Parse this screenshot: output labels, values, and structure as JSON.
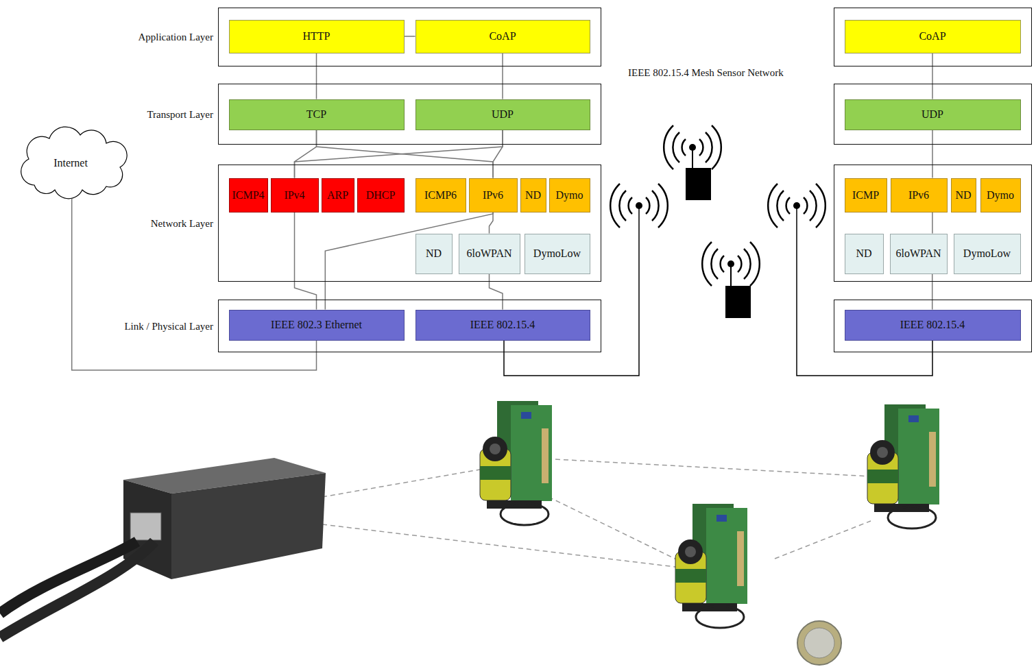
{
  "diagram": {
    "nodes": [
      {
        "text": [
          "Application Layer"
        ]
      },
      {
        "text": [
          "HTTP"
        ],
        "in": 0
      },
      {
        "text": [
          "CoAP"
        ],
        "in": 0
      },
      {
        "text": []
      },
      {
        "text": [
          "CoAP"
        ],
        "in": 3
      },
      {
        "text": [
          "Transport Layer"
        ]
      },
      {
        "text": [
          "TCP"
        ],
        "in": 5
      },
      {
        "text": [
          "UDP"
        ],
        "in": 5
      },
      {
        "text": []
      },
      {
        "text": [
          "UDP"
        ],
        "in": 8
      },
      {
        "text": [
          "Internet"
        ]
      },
      {
        "text": [
          "Network Layer"
        ]
      },
      {
        "text": [
          "ICMP4"
        ],
        "in": 11
      },
      {
        "text": [
          "IPv4"
        ],
        "in": 11
      },
      {
        "text": [
          "ARP"
        ],
        "in": 11
      },
      {
        "text": [
          "DHCP"
        ],
        "in": 11
      },
      {
        "text": [
          "ICMP6"
        ],
        "in": 11
      },
      {
        "text": [
          "IPv6"
        ],
        "in": 11
      },
      {
        "text": [
          "ND"
        ],
        "in": 11
      },
      {
        "text": [
          "Dymo"
        ],
        "in": 11
      },
      {
        "text": [
          "ND"
        ],
        "in": 11
      },
      {
        "text": [
          "6loWPAN"
        ],
        "in": 11
      },
      {
        "text": [
          "DymoLow"
        ],
        "in": 11
      },
      {
        "text": []
      },
      {
        "text": [
          "ICMP"
        ],
        "in": 23
      },
      {
        "text": [
          "IPv6"
        ],
        "in": 23
      },
      {
        "text": [
          "ND"
        ],
        "in": 23
      },
      {
        "text": [
          "Dymo"
        ],
        "in": 23
      },
      {
        "text": [
          "ND"
        ],
        "in": 23
      },
      {
        "text": [
          "6loWPAN"
        ],
        "in": 23
      },
      {
        "text": [
          "DymoLow"
        ],
        "in": 23
      },
      {
        "text": [
          "Link / Physical Layer"
        ]
      },
      {
        "text": [
          "IEEE 802.3 Ethernet"
        ],
        "in": 31
      },
      {
        "text": [
          "IEEE 802.15.4"
        ],
        "in": 31
      },
      {
        "text": []
      },
      {
        "text": [
          "IEEE 802.15.4"
        ],
        "in": 34
      }
    ],
    "edges": [
      {
        "from": 1,
        "to": 2,
        "arrow": "none"
      },
      {
        "from": 1,
        "to": 6,
        "arrow": "none"
      },
      {
        "from": 2,
        "to": 7,
        "arrow": "none"
      },
      {
        "from": 6,
        "to": 13,
        "arrow": "none"
      },
      {
        "from": 6,
        "to": 17,
        "arrow": "none"
      },
      {
        "from": 7,
        "to": 13,
        "arrow": "none"
      },
      {
        "from": 7,
        "to": 17,
        "arrow": "none"
      },
      {
        "from": 13,
        "to": 32,
        "arrow": "none"
      },
      {
        "from": 17,
        "to": 21,
        "arrow": "none"
      },
      {
        "from": 17,
        "to": 32,
        "arrow": "none"
      },
      {
        "from": 21,
        "to": 33,
        "arrow": "none"
      },
      {
        "from": 32,
        "to": 10,
        "arrow": "none"
      },
      {
        "from": 4,
        "to": 9,
        "arrow": "none"
      },
      {
        "from": 9,
        "to": 25,
        "arrow": "none"
      },
      {
        "from": 25,
        "to": 29,
        "arrow": "none"
      },
      {
        "from": 29,
        "to": 35,
        "arrow": "none"
      }
    ],
    "labels": [
      "IEEE 802.15.4 Mesh Sensor Network"
    ]
  }
}
